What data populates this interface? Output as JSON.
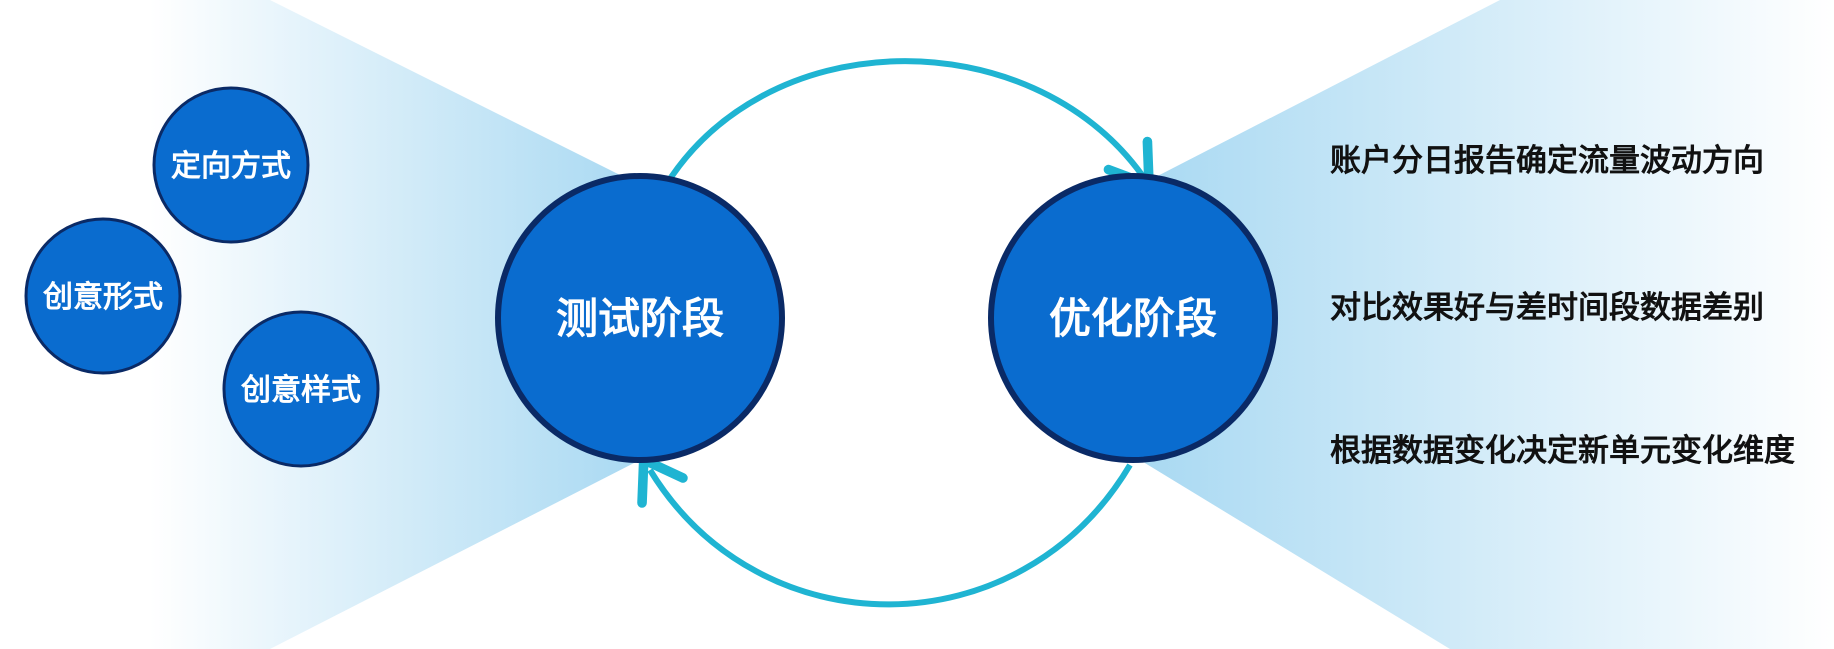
{
  "colors": {
    "circle_fill": "#0a6ccf",
    "circle_stroke": "#0a2a66",
    "arrow": "#1fb4d2",
    "fan_light": "#a9d9f2"
  },
  "center": {
    "test_stage": "测试阶段",
    "optimize_stage": "优化阶段"
  },
  "left_items": [
    "定向方式",
    "创意形式",
    "创意样式"
  ],
  "right_items": [
    "账户分日报告确定流量波动方向",
    "对比效果好与差时间段数据差别",
    "根据数据变化决定新单元变化维度"
  ]
}
